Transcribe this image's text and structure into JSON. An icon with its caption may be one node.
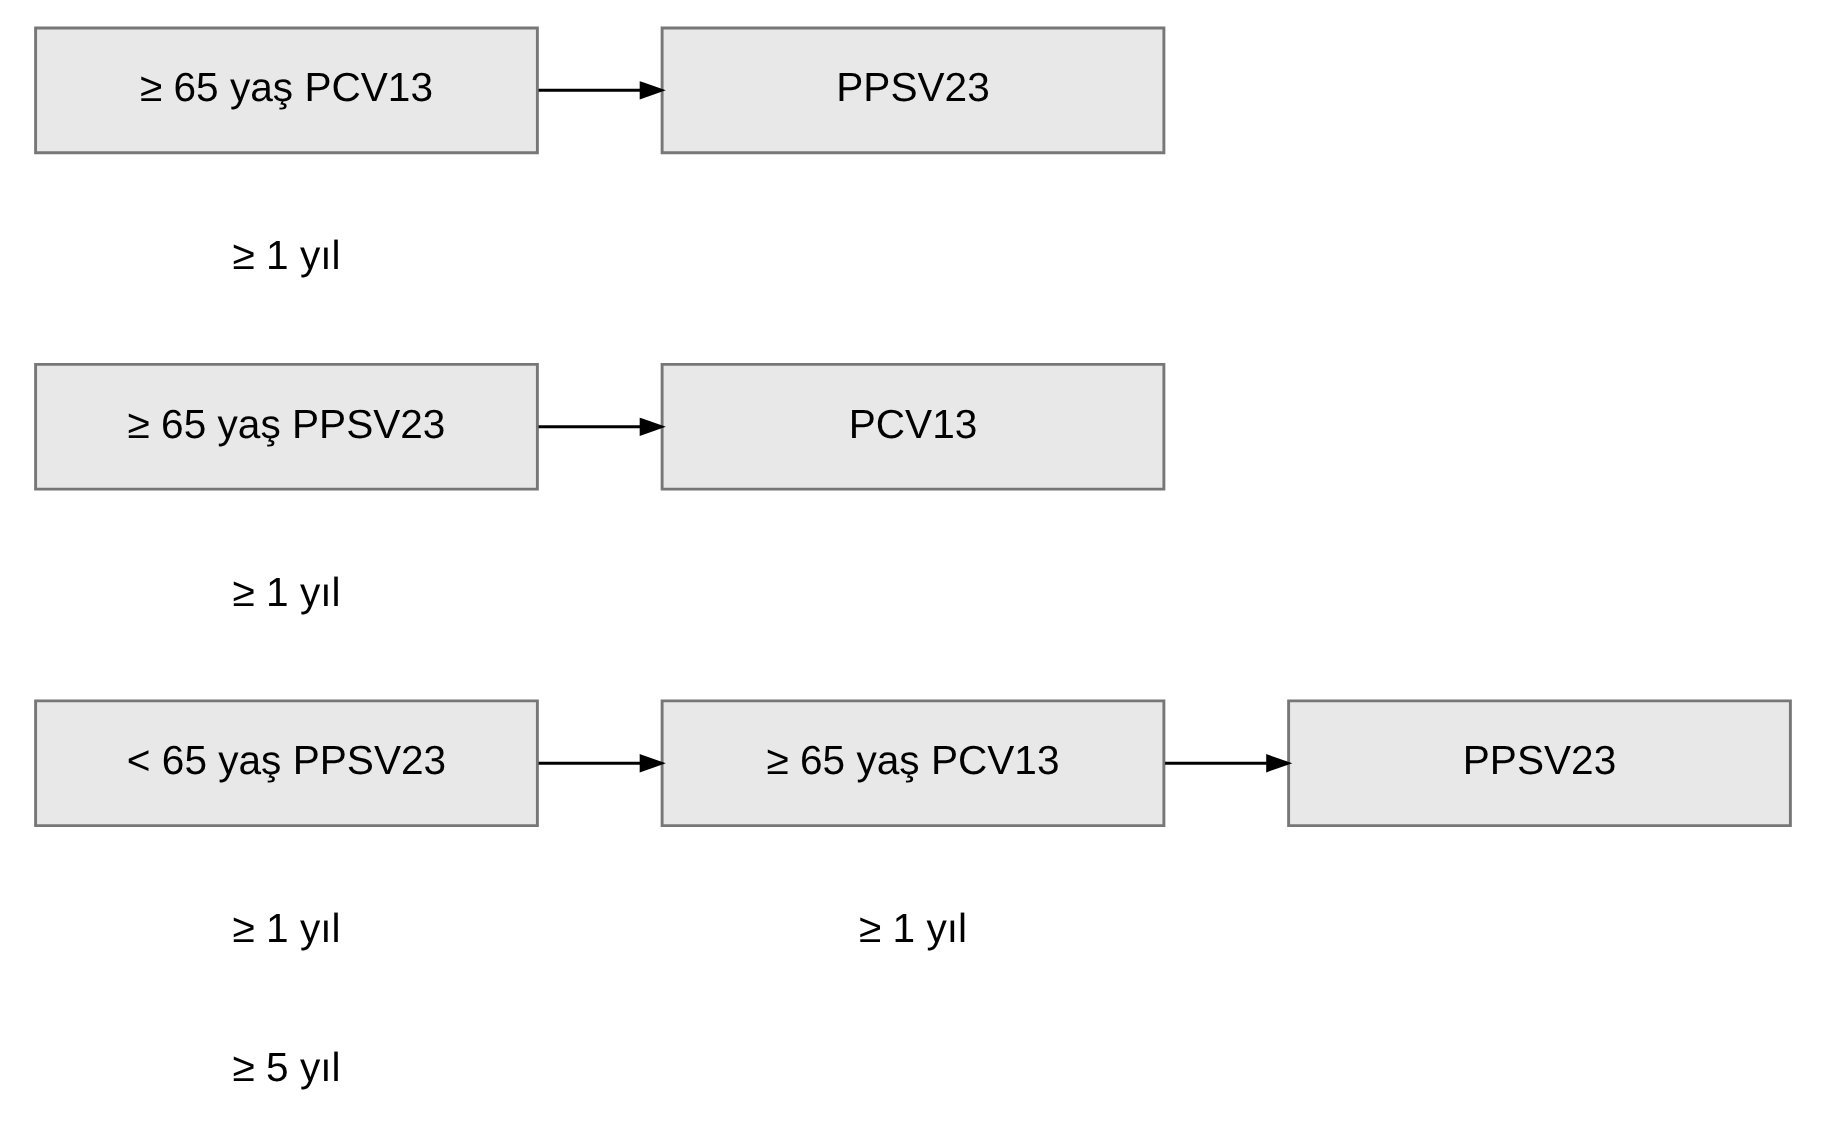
{
  "diagram": {
    "nodes": [
      {
        "text": [
          "≥ 65 yaş PCV13"
        ]
      },
      {
        "text": [
          "PPSV23"
        ]
      },
      {
        "text": [
          "≥ 65 yaş PPSV23"
        ]
      },
      {
        "text": [
          "PCV13"
        ]
      },
      {
        "text": [
          "< 65 yaş PPSV23"
        ]
      },
      {
        "text": [
          "≥ 65 yaş PCV13"
        ]
      },
      {
        "text": [
          "PPSV23"
        ]
      }
    ],
    "edges": [
      {
        "from": 0,
        "to": 1,
        "arrow": "to"
      },
      {
        "from": 2,
        "to": 3,
        "arrow": "to"
      },
      {
        "from": 4,
        "to": 5,
        "arrow": "to"
      },
      {
        "from": 5,
        "to": 6,
        "arrow": "to"
      }
    ],
    "labels": [
      "≥ 1 yıl",
      "≥ 1 yıl",
      "≥ 1 yıl",
      "≥ 1 yıl",
      "≥ 5 yıl"
    ]
  }
}
